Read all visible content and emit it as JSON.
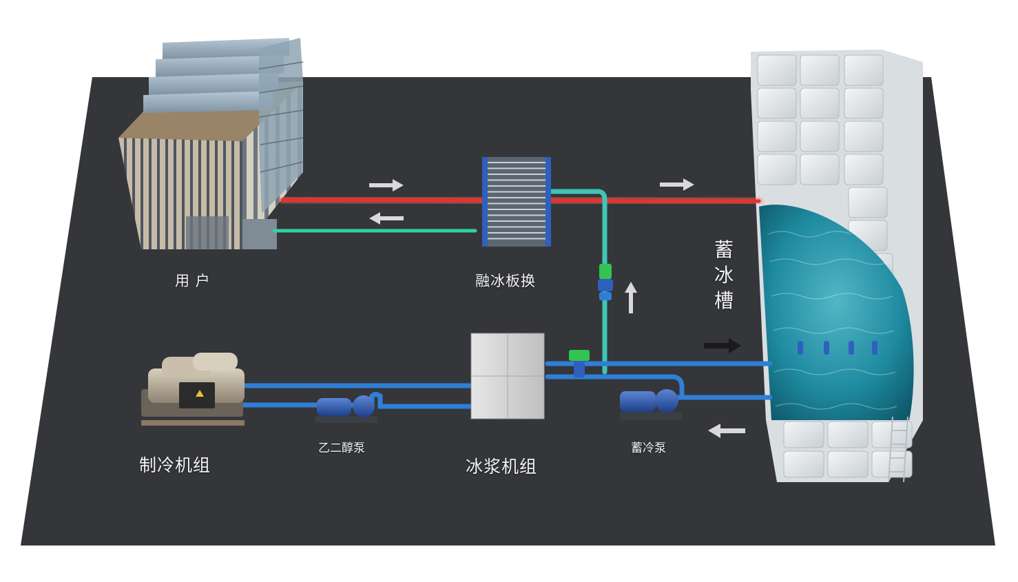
{
  "labels": {
    "user": "用 户",
    "plate_hx": "融冰板换",
    "storage_tank": "蓄冰槽",
    "chiller": "制冷机组",
    "glycol_pump": "乙二醇泵",
    "slurry_unit": "冰浆机组",
    "storage_pump": "蓄冷泵"
  },
  "flow_arrows": [
    {
      "name": "arrow-user-to-hx-red",
      "direction": "right",
      "color": "#d9d9d9"
    },
    {
      "name": "arrow-hx-to-user-green",
      "direction": "left",
      "color": "#d9d9d9"
    },
    {
      "name": "arrow-hx-to-tank-red",
      "direction": "right",
      "color": "#d9d9d9"
    },
    {
      "name": "arrow-up-teal",
      "direction": "up",
      "color": "#d9d9d9"
    },
    {
      "name": "arrow-to-tank-blue",
      "direction": "right",
      "color": "#1a1a1a"
    },
    {
      "name": "arrow-from-tank-blue",
      "direction": "left",
      "color": "#d9d9d9"
    }
  ],
  "colors": {
    "floor": "#34363a",
    "hot_pipe": "#e8312f",
    "cool_pipe": "#2fd3a0",
    "teal_pipe": "#3fc6b4",
    "blue_pipe": "#2f7fd6",
    "water": "#1f8aa0",
    "valve": "#33c452"
  }
}
